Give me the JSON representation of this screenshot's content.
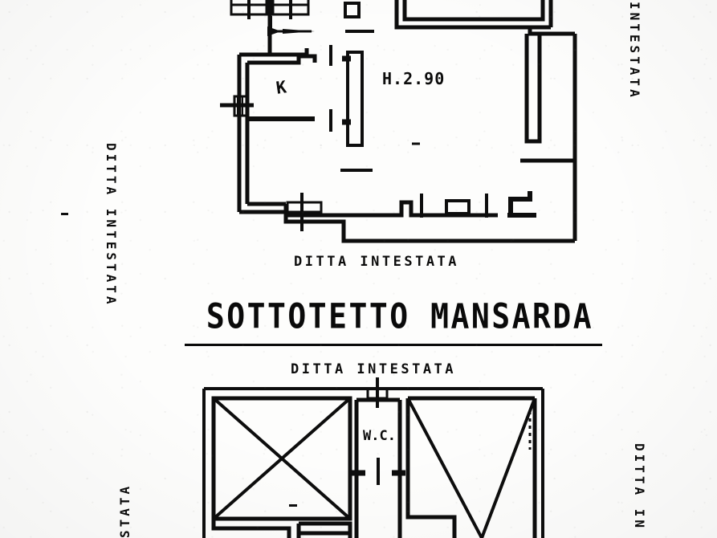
{
  "document": {
    "kind": "cadastral-floor-plan-scan",
    "title": "SOTTOTETTO MANSARDA",
    "ink_color": "#0d0d0d",
    "paper_color": "#fdfdfc"
  },
  "labels": {
    "title": "SOTTOTETTO MANSARDA",
    "ditta_top": "DITTA INTESTATA",
    "ditta_middle": "DITTA   INTESTATA",
    "ditta_left": "DITTA INTESTATA",
    "intestata_right": "INTESTATA",
    "ditta_right": "DITTA IN",
    "stata_left": "STATA"
  },
  "upper_plan": {
    "name": "upper-floor-plan",
    "annotations": {
      "height_note": "H.2.90",
      "room_mark": "K"
    }
  },
  "lower_plan": {
    "name": "lower-floor-plan",
    "annotations": {
      "wc": "W.C."
    },
    "rooms": [
      {
        "name": "left-room",
        "marking": "x-cross"
      },
      {
        "name": "wc-room",
        "marking": "w-c"
      },
      {
        "name": "right-room",
        "marking": "v-slope"
      }
    ]
  }
}
